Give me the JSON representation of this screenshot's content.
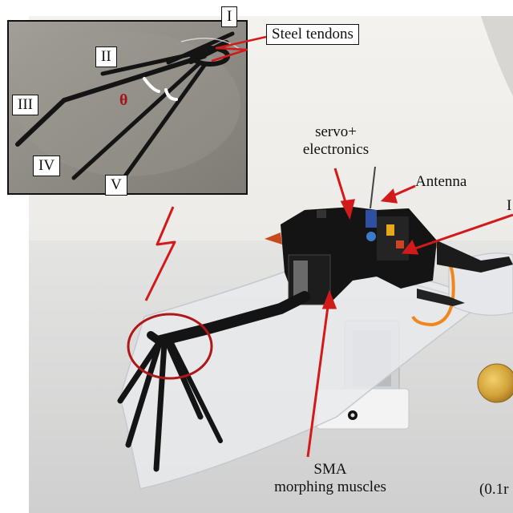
{
  "figure": {
    "inset_labels": {
      "finger_1": "I",
      "finger_2": "II",
      "finger_3": "III",
      "finger_4": "IV",
      "finger_5": "V",
      "angle": "θ",
      "tendons": "Steel tendons"
    },
    "callouts": {
      "servo_line1": "servo+",
      "servo_line2": "electronics",
      "antenna": "Antenna",
      "sma_line1": "SMA",
      "sma_line2": "morphing muscles",
      "scale_partial": "(0.1r"
    },
    "colors": {
      "arrow": "#d21a1a",
      "highlight_circle": "#b01818",
      "frame_body": "#141414",
      "membrane": "#e8eaec",
      "inset_background": "#8e8b84",
      "coin": "#d2a23a"
    }
  }
}
